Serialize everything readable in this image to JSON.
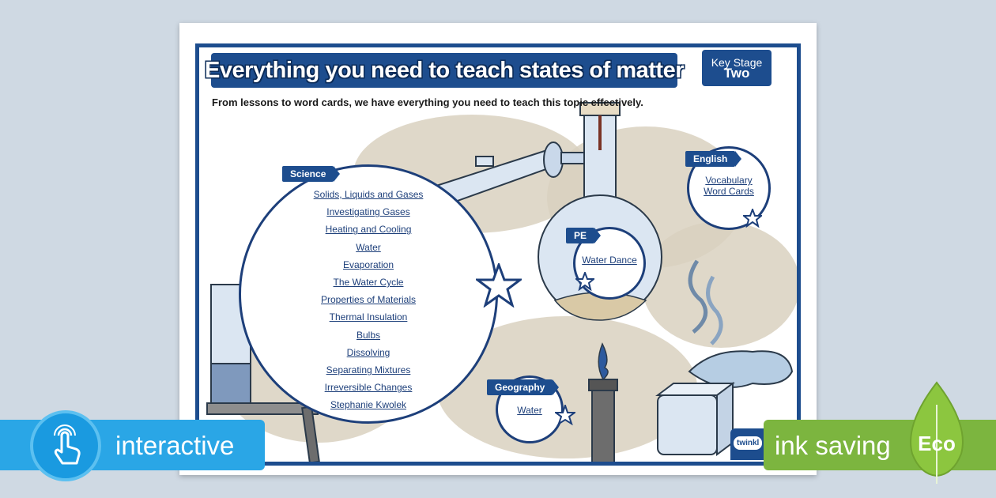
{
  "header": {
    "title": "Everything you need to teach states of matter",
    "key_stage_line1": "Key Stage",
    "key_stage_line2": "Two",
    "subtitle": "From lessons to word cards, we have everything you need to teach this topic effectively."
  },
  "science": {
    "label": "Science",
    "links": [
      "Solids, Liquids and Gases",
      "Investigating Gases",
      "Heating and Cooling",
      "Water",
      "Evaporation",
      "The Water Cycle",
      "Properties of Materials",
      "Thermal Insulation",
      "Bulbs",
      "Dissolving",
      "Separating Mixtures",
      "Irreversible Changes",
      "Stephanie Kwolek"
    ]
  },
  "english": {
    "label": "English",
    "link_line1": "Vocabulary",
    "link_line2": "Word Cards"
  },
  "pe": {
    "label": "PE",
    "link": "Water Dance"
  },
  "geography": {
    "label": "Geography",
    "link": "Water"
  },
  "logo": "twinkl",
  "badges": {
    "interactive": "interactive",
    "ink_saving": "ink saving",
    "eco": "Eco"
  },
  "colors": {
    "brand_blue": "#1d4d8e",
    "interactive_blue": "#2aa6e6",
    "eco_green": "#7cb53f"
  },
  "icons": [
    "hand-pointer-icon",
    "star-icon",
    "leaf-icon"
  ]
}
